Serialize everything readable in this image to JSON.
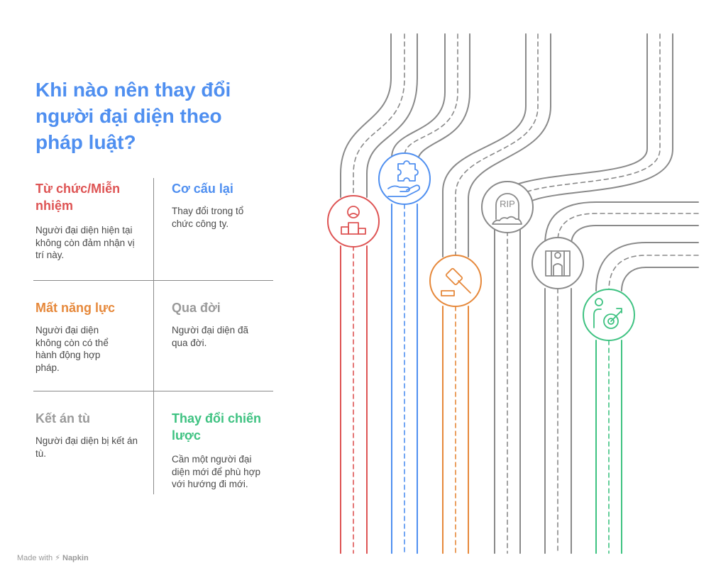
{
  "title": "Khi nào nên thay đổi người đại diện theo pháp luật?",
  "cells": [
    {
      "title": "Từ chức/Miễn nhiệm",
      "desc": "Người đại diện hiện tại không còn đảm nhận vị trí này.",
      "color": "#de5454"
    },
    {
      "title": "Cơ cấu lại",
      "desc": "Thay đổi trong tổ chức công ty.",
      "color": "#4f8ff0"
    },
    {
      "title": "Mất năng lực",
      "desc": "Người đại diện không còn có thể hành động hợp pháp.",
      "color": "#e6883a"
    },
    {
      "title": "Qua đời",
      "desc": "Người đại diện đã qua đời.",
      "color": "#9a9a9a"
    },
    {
      "title": "Kết án tù",
      "desc": "Người đại diện bị kết án tù.",
      "color": "#9a9a9a"
    },
    {
      "title": "Thay đổi chiến lược",
      "desc": "Cần một người đại diện mới để phù hợp với hướng đi mới.",
      "color": "#3ec281"
    }
  ],
  "icons": {
    "rip_text": "RIP"
  },
  "footer": {
    "made_with": "Made with",
    "brand": "Napkin"
  }
}
